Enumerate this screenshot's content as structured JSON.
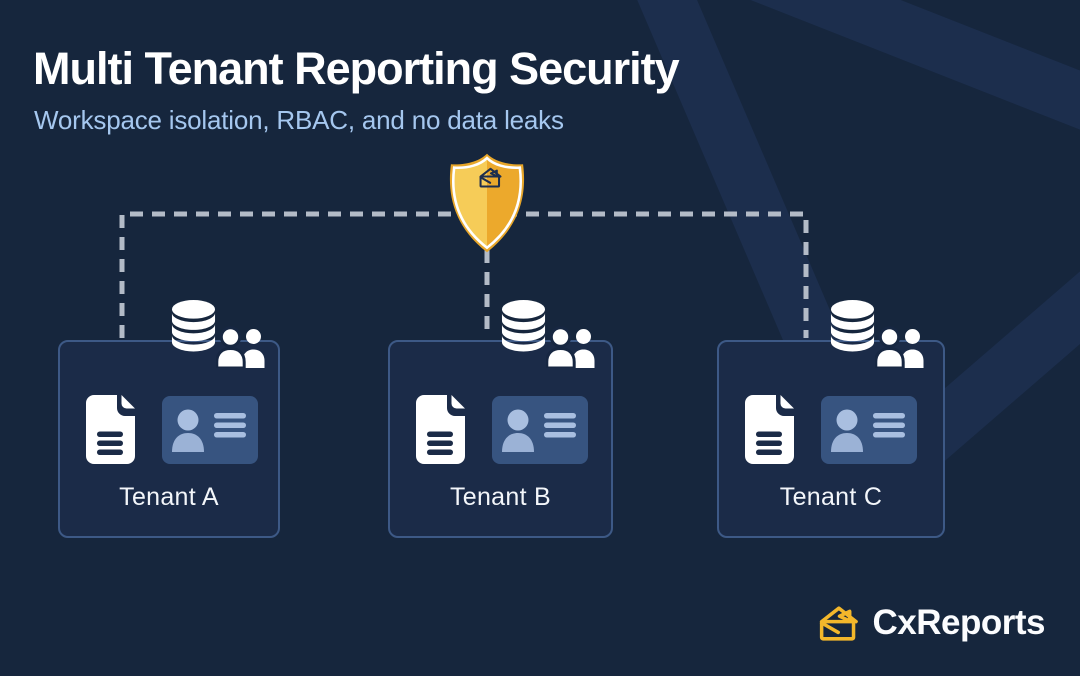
{
  "header": {
    "title": "Multi Tenant Reporting Security",
    "subtitle": "Workspace isolation, RBAC, and no data leaks"
  },
  "diagram": {
    "shield": {
      "icon": "gold-shield-with-envelope",
      "connector_style": "dashed"
    },
    "tenants": [
      {
        "label": "Tenant A",
        "icons": [
          "database",
          "users",
          "document",
          "id-card"
        ]
      },
      {
        "label": "Tenant B",
        "icons": [
          "database",
          "users",
          "document",
          "id-card"
        ]
      },
      {
        "label": "Tenant C",
        "icons": [
          "database",
          "users",
          "document",
          "id-card"
        ]
      }
    ]
  },
  "brand": {
    "name": "CxReports",
    "icon": "envelope-logo"
  },
  "colors": {
    "background": "#16263D",
    "watermark": "#22355E",
    "title_text": "#FFFFFF",
    "subtitle_text": "#A5C7EF",
    "dashed_line": "#B3BBC7",
    "box_border": "#3D5986",
    "box_fill": "#1B2B48",
    "card_fill": "#375480",
    "card_accent": "#A9BFE0",
    "shield_rim_gold": "#E7A62A",
    "shield_light_gold": "#F6CC58",
    "shield_dark_gold": "#ECA92C",
    "brand_gold": "#F3B72B",
    "icon_white": "#FFFFFF"
  }
}
